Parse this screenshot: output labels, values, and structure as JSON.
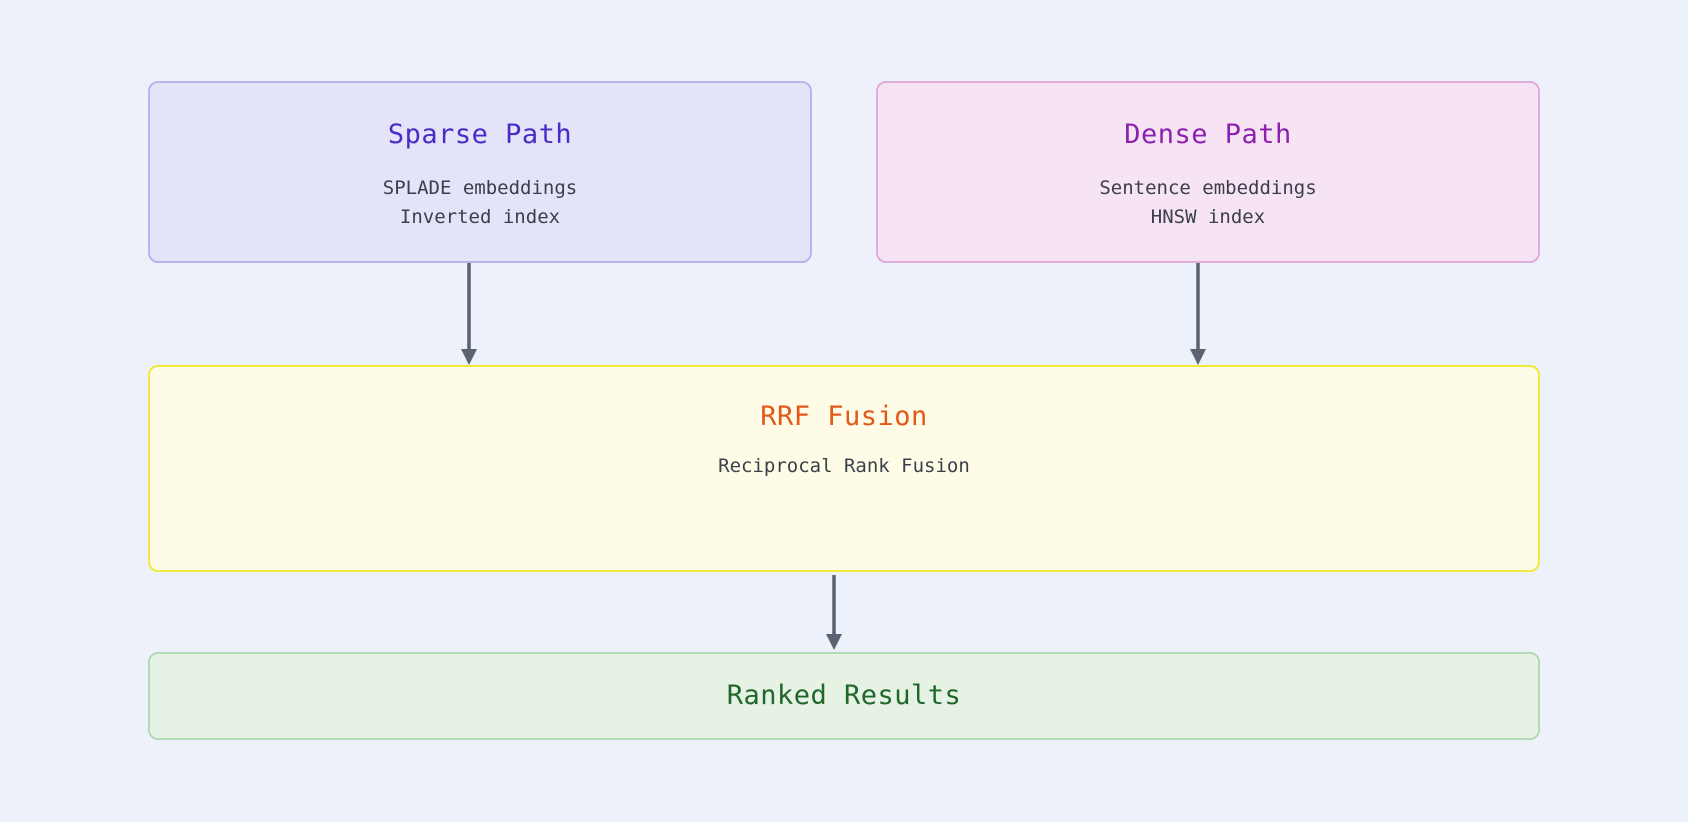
{
  "nodes": {
    "sparse": {
      "title": "Sparse Path",
      "line1": "SPLADE embeddings",
      "line2": "Inverted index",
      "title_color": "#4a2bc4",
      "bg": "#e3e3f9",
      "border": "#b7b5ec"
    },
    "dense": {
      "title": "Dense Path",
      "line1": "Sentence embeddings",
      "line2": "HNSW index",
      "title_color": "#8d20af",
      "bg": "#f6e3f3",
      "border": "#e0acdd"
    },
    "fusion": {
      "title": "RRF Fusion",
      "line1": "Reciprocal Rank Fusion",
      "title_color": "#e2581a",
      "bg": "#fefce6",
      "border": "#f2e73e"
    },
    "results": {
      "title": "Ranked Results",
      "title_color": "#1f672a",
      "bg": "#e5f2e4",
      "border": "#b5dab7"
    }
  },
  "colors": {
    "page_bg": "#edf1f9",
    "body_text": "#3a3f4b",
    "arrow": "#5b6270"
  }
}
